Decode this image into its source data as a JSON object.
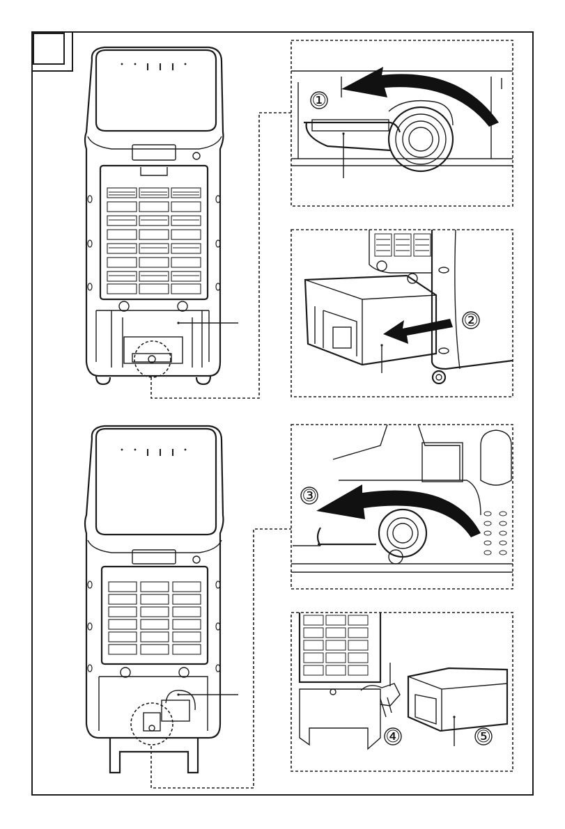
{
  "figure": {
    "corner_box_label": "",
    "steps": [
      {
        "id": "step-1",
        "label": "①"
      },
      {
        "id": "step-2",
        "label": "②"
      },
      {
        "id": "step-3",
        "label": "③"
      },
      {
        "id": "step-4",
        "label": "④"
      },
      {
        "id": "step-5",
        "label": "⑤"
      }
    ]
  },
  "colors": {
    "line": "#1a1a1a",
    "background": "#ffffff",
    "arrow": "#111111"
  },
  "icons": [
    "rotate-arrow-icon",
    "pull-arrow-icon"
  ]
}
